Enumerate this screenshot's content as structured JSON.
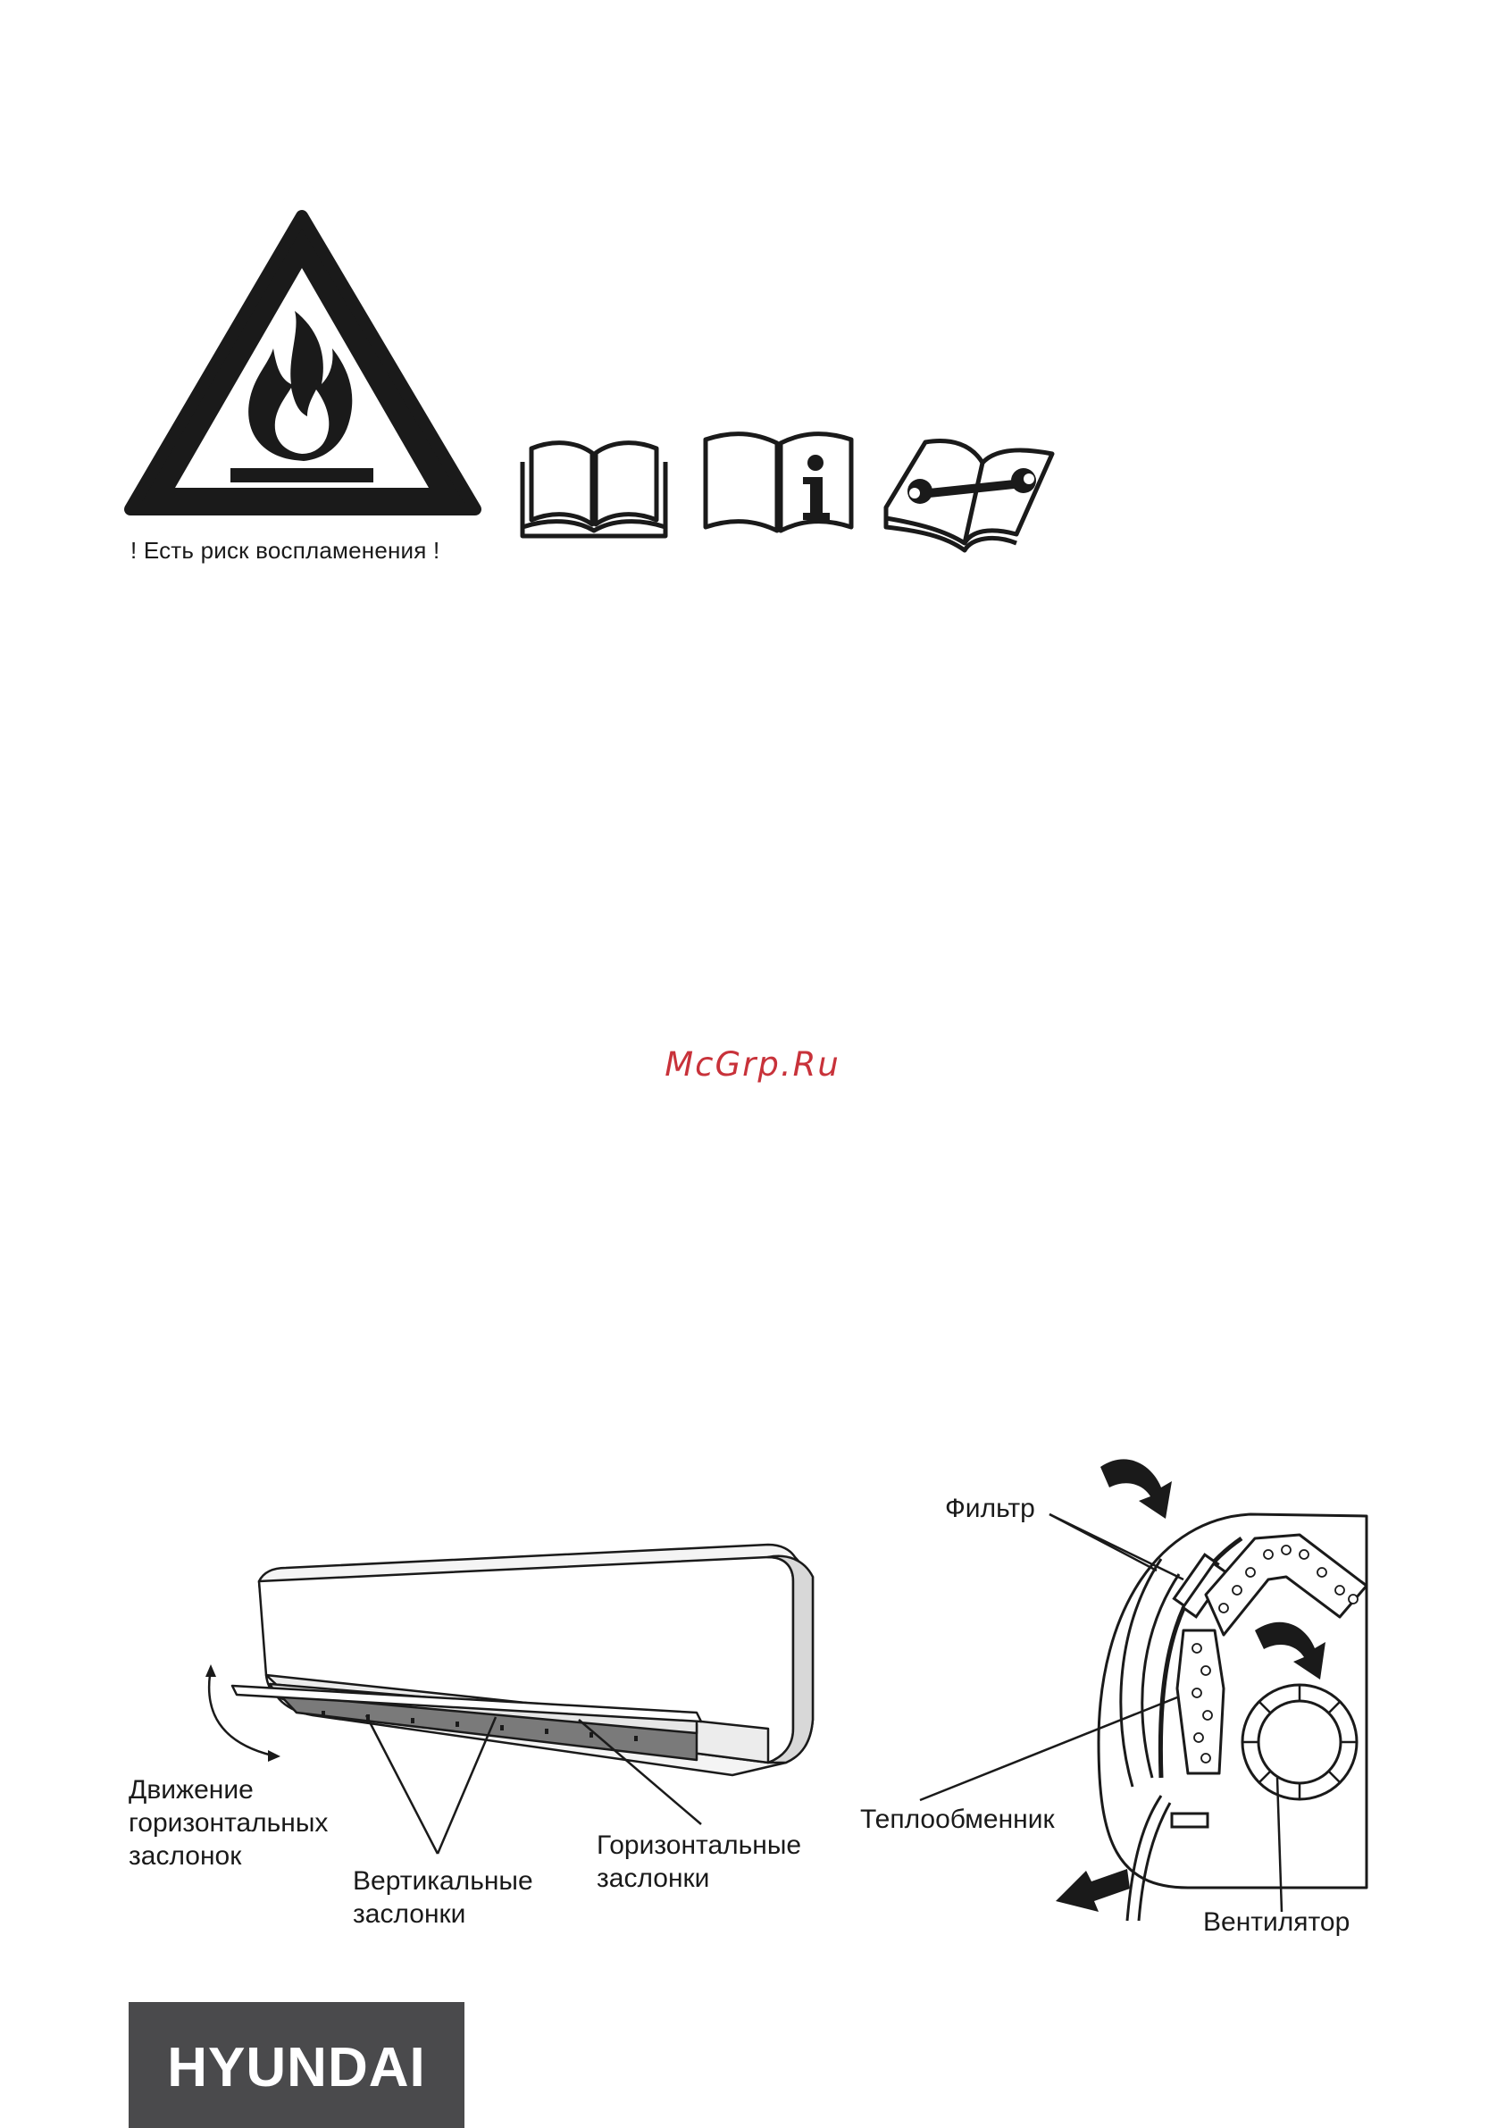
{
  "warning": {
    "caption": "! Есть риск воспламенения !",
    "icon": "flammable-warning-icon"
  },
  "manual_icons": [
    "read-manual-icon",
    "info-manual-icon",
    "service-manual-icon"
  ],
  "watermark": "McGrp.Ru",
  "indoor_unit": {
    "label_movement_lines": [
      "Движение",
      "горизонтальных",
      "заслонок"
    ],
    "label_vertical_lines": [
      "Вертикальные",
      "заслонки"
    ],
    "label_horizontal_lines": [
      "Горизонтальные",
      "заслонки"
    ]
  },
  "cross_section": {
    "filter": "Фильтр",
    "heat_exchanger": "Теплообменник",
    "fan": "Вентилятор"
  },
  "brand": {
    "logo": "HYUNDAI",
    "color": "#4a4a4c"
  }
}
